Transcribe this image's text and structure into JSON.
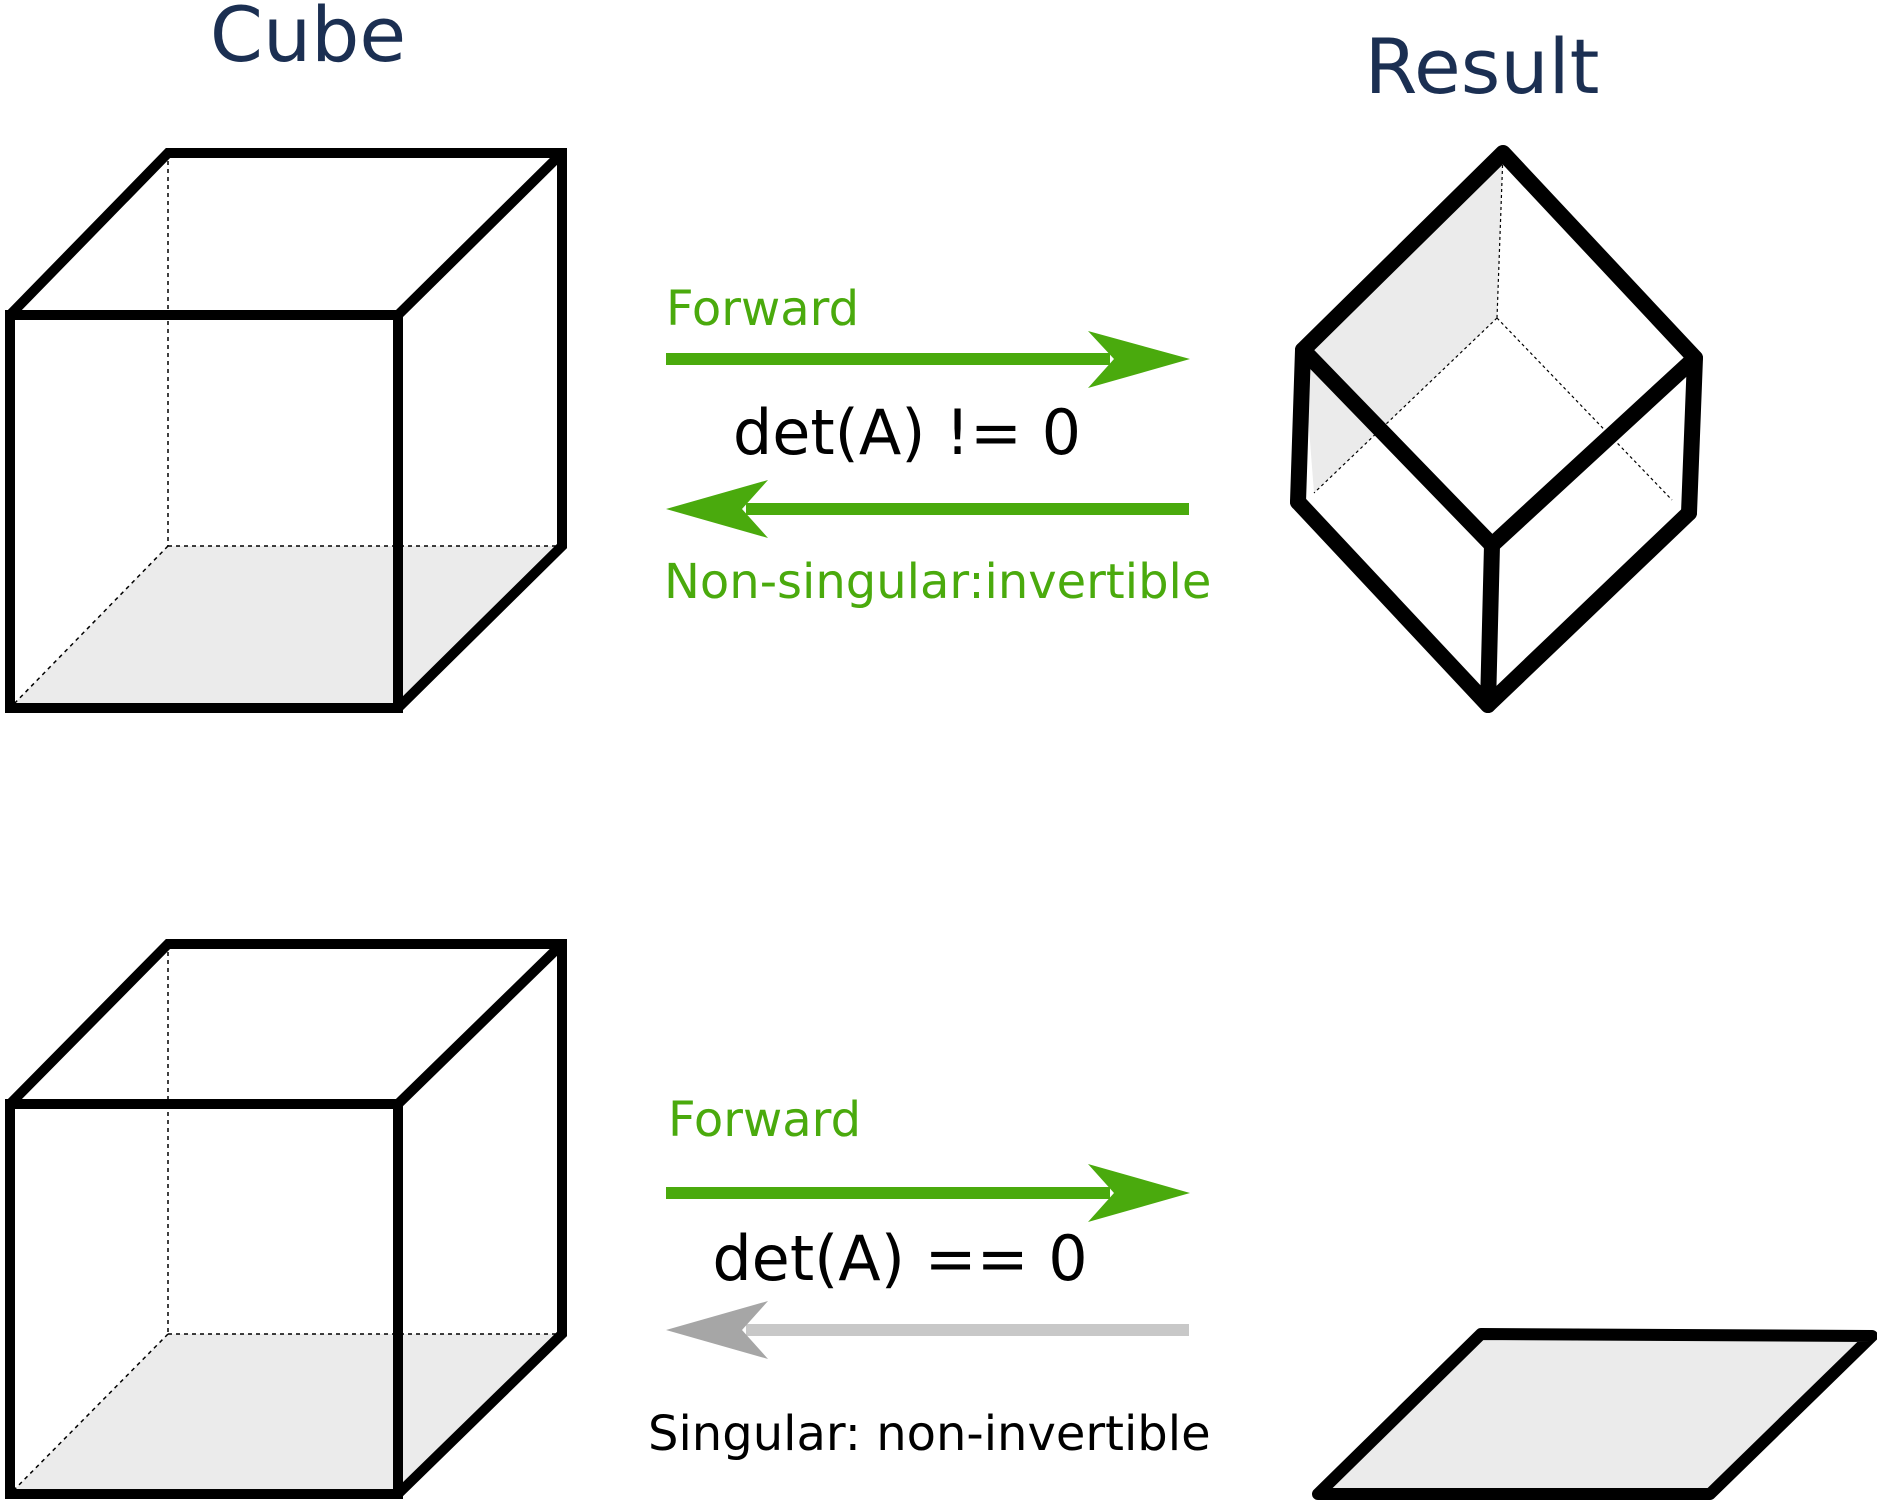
{
  "headings": {
    "left": "Cube",
    "right": "Result"
  },
  "top_row": {
    "forward_label": "Forward",
    "condition": "det(A) != 0",
    "backward_label": "Non-singular:invertible"
  },
  "bottom_row": {
    "forward_label": "Forward",
    "condition": "det(A) == 0",
    "backward_label": "Singular: non-invertible"
  },
  "colors": {
    "heading": "#1b2f52",
    "green": "#4aaa0d",
    "gray_arrow": "#c8c8c8",
    "gray_arrow_head": "#a6a6a6",
    "fill": "#ebebeb",
    "stroke": "#000000"
  }
}
